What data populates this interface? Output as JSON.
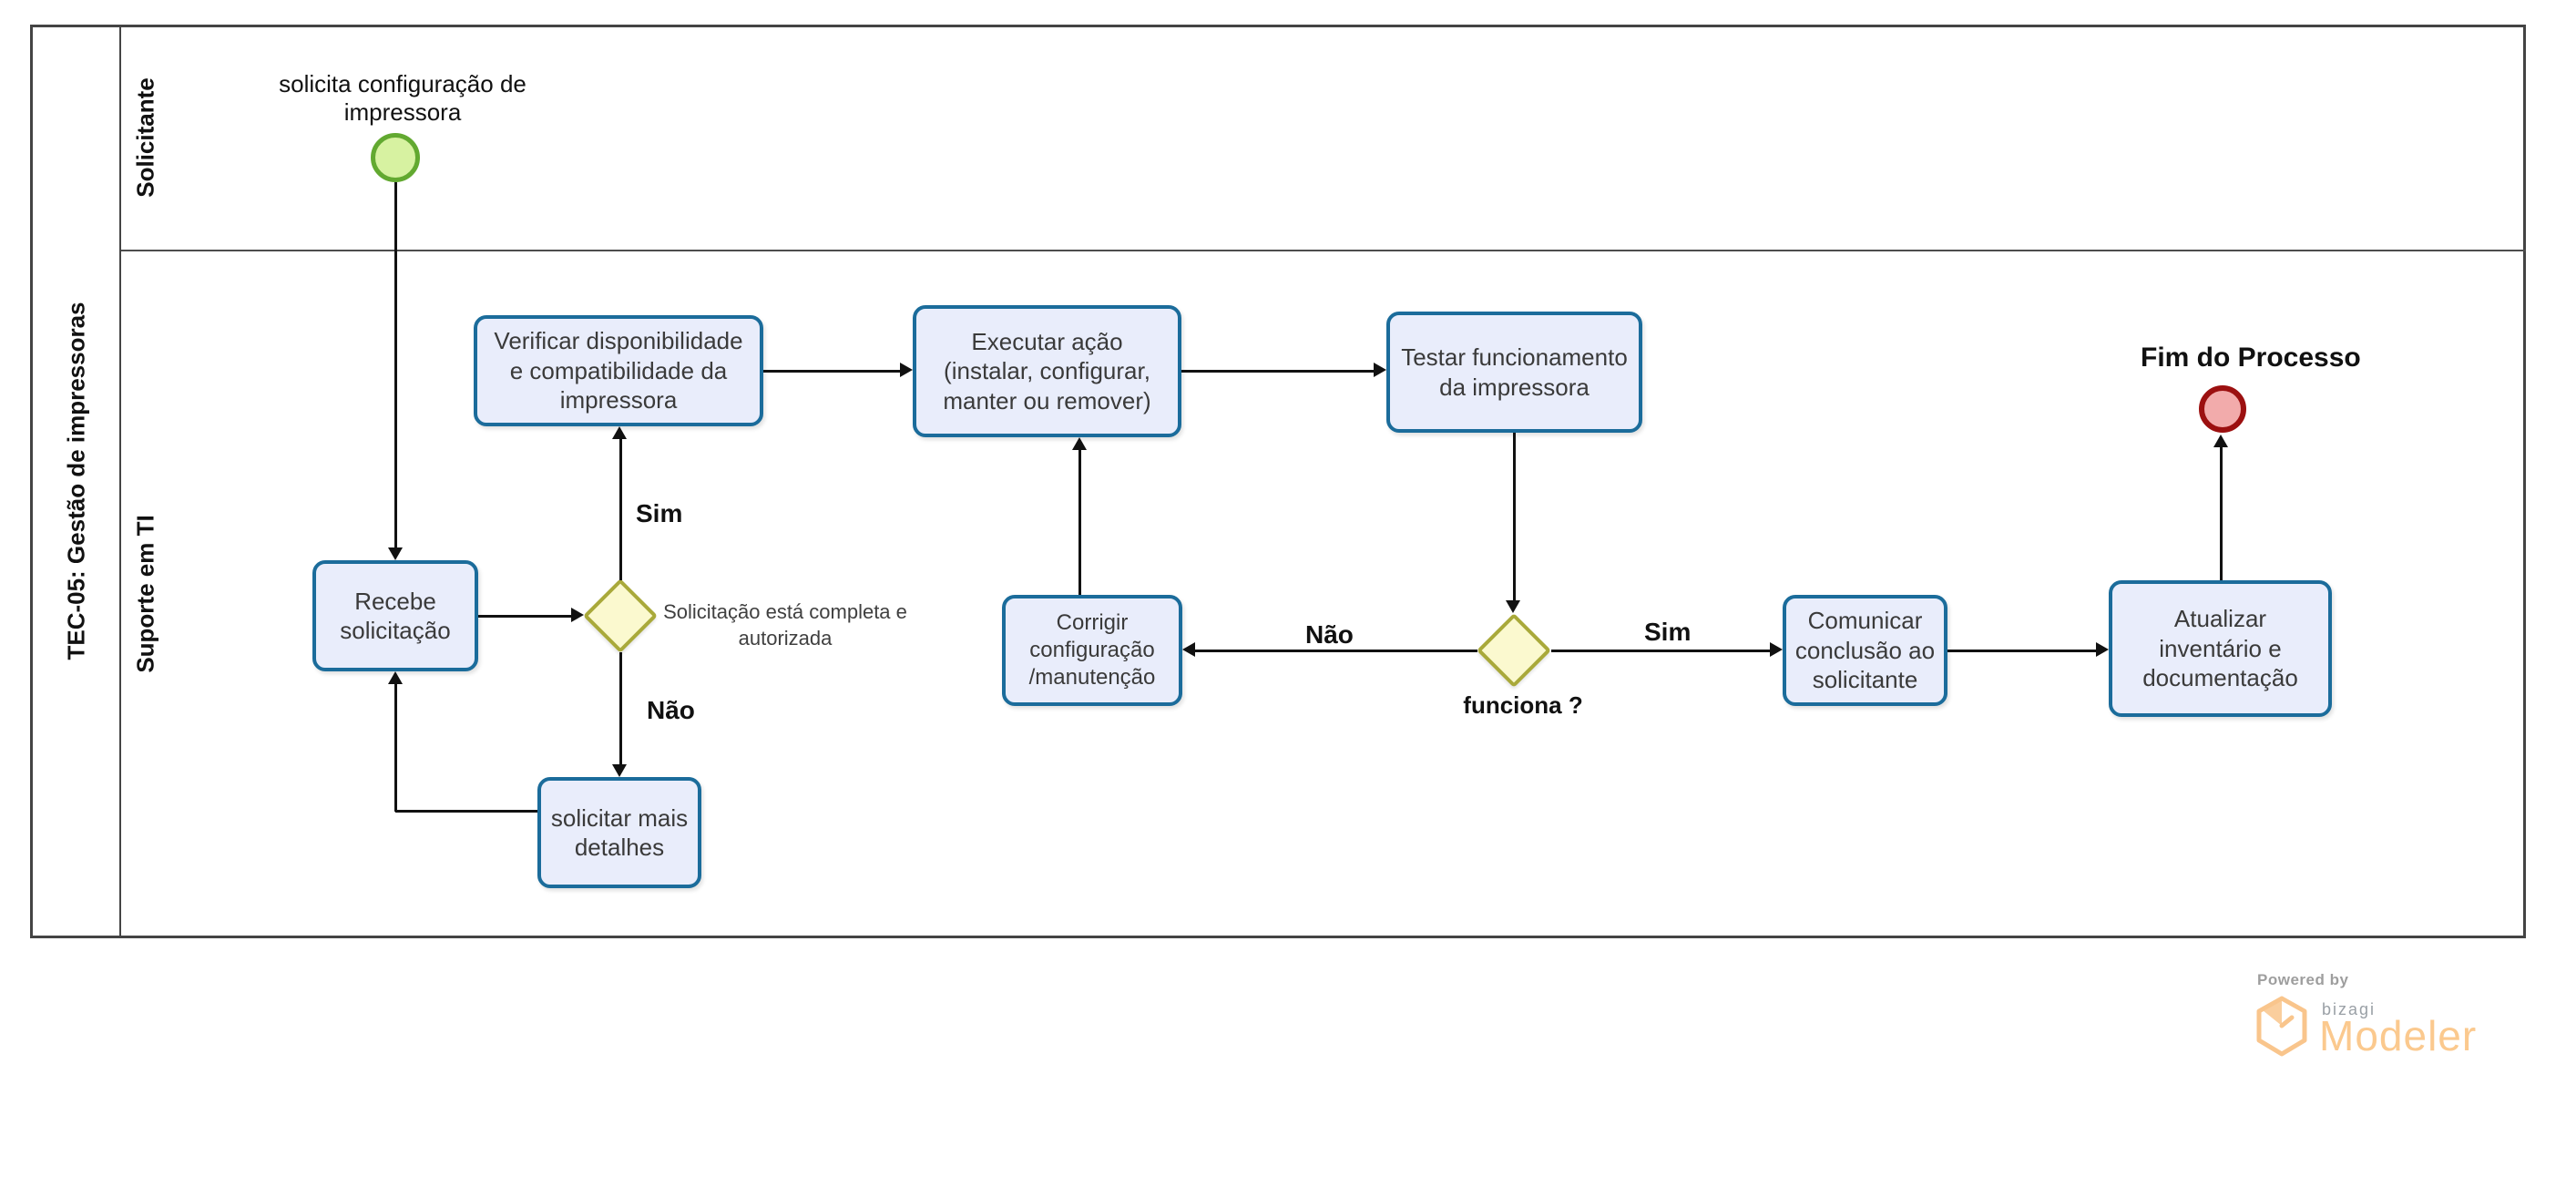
{
  "pool": {
    "title": "TEC-05: Gestão de impressoras",
    "lanes": [
      {
        "label": "Solicitante"
      },
      {
        "label": "Suporte em TI"
      }
    ]
  },
  "nodes": {
    "start_event": {
      "type": "start-event",
      "label": "solicita configuração de impressora"
    },
    "task_recebe": {
      "type": "task",
      "label": "Recebe solicitação"
    },
    "task_verificar": {
      "type": "task",
      "label": "Verificar disponibilidade e compatibilidade da impressora"
    },
    "task_executar": {
      "type": "task",
      "label": "Executar ação (instalar, configurar, manter ou remover)"
    },
    "task_testar": {
      "type": "task",
      "label": "Testar funcionamento da impressora"
    },
    "task_solicitar": {
      "type": "task",
      "label": "solicitar mais detalhes"
    },
    "task_corrigir": {
      "type": "task",
      "label": "Corrigir configuração /manutenção"
    },
    "task_comunicar": {
      "type": "task",
      "label": "Comunicar conclusão ao solicitante"
    },
    "task_atualizar": {
      "type": "task",
      "label": "Atualizar inventário e documentação"
    },
    "gateway_completa": {
      "type": "gateway",
      "label": "Solicitação está completa e autorizada"
    },
    "gateway_funciona": {
      "type": "gateway",
      "label": "funciona  ?"
    },
    "end_event": {
      "type": "end-event",
      "label": "Fim do Processo"
    }
  },
  "flow_labels": {
    "g1_sim": "Sim",
    "g1_nao": "Não",
    "g2_sim": "Sim",
    "g2_nao": "Não"
  },
  "branding": {
    "powered_by": "Powered by",
    "brand": "bizagi",
    "product": "Modeler"
  },
  "colors": {
    "task_fill": "#e9edfb",
    "task_border": "#1b6c9b",
    "gateway_fill": "#fbf9cf",
    "gateway_border": "#a9a93a",
    "start_fill": "#d7f2a1",
    "start_border": "#62a930",
    "end_fill": "#f2abab",
    "end_border": "#9c1010",
    "flow_line": "#111111",
    "pool_border": "#444444",
    "brand_orange": "#fbc98e",
    "brand_gray": "#9aa0a6"
  }
}
